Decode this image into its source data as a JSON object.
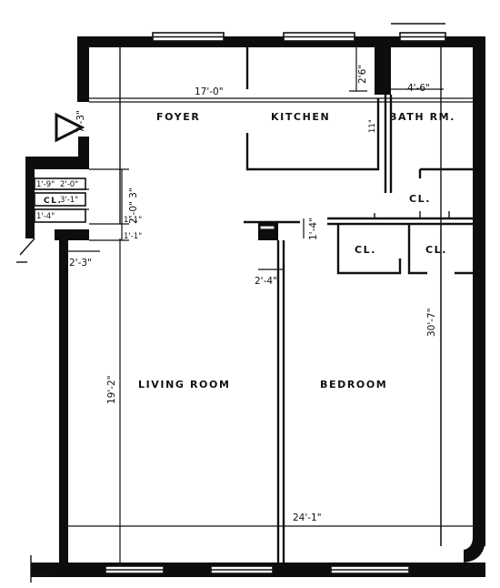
{
  "rooms": {
    "foyer": "FOYER",
    "kitchen": "KITCHEN",
    "bath": "BATH RM.",
    "living": "LIVING ROOM",
    "bedroom": "BEDROOM",
    "closet_top": "CL.",
    "closet_mid_left": "CL.",
    "closet_mid_right": "CL.",
    "closet_entry": "CL."
  },
  "dimensions": {
    "foyer_width": "17'-0\"",
    "kitchen_depth": "2'6\"",
    "bath_width": "4'-6\"",
    "bath_small": "11\"",
    "foyer_depth": "7'-3\"",
    "entry_depth": "2'-0\" 3\"",
    "entry_a": "1'-9\"",
    "entry_b": "2'-0\"",
    "entry_c": "3'-1\"",
    "entry_d": "1'-4\"",
    "entry_e": "1'-1\"",
    "entry_f": "1'-1\"",
    "living_width_small": "2'-3\"",
    "column_width": "2'-4\"",
    "living_depth": "19'-2\"",
    "bedroom_depth": "30'-7\"",
    "total_width": "24'-1\"",
    "partition_gap": "1'-4\""
  }
}
